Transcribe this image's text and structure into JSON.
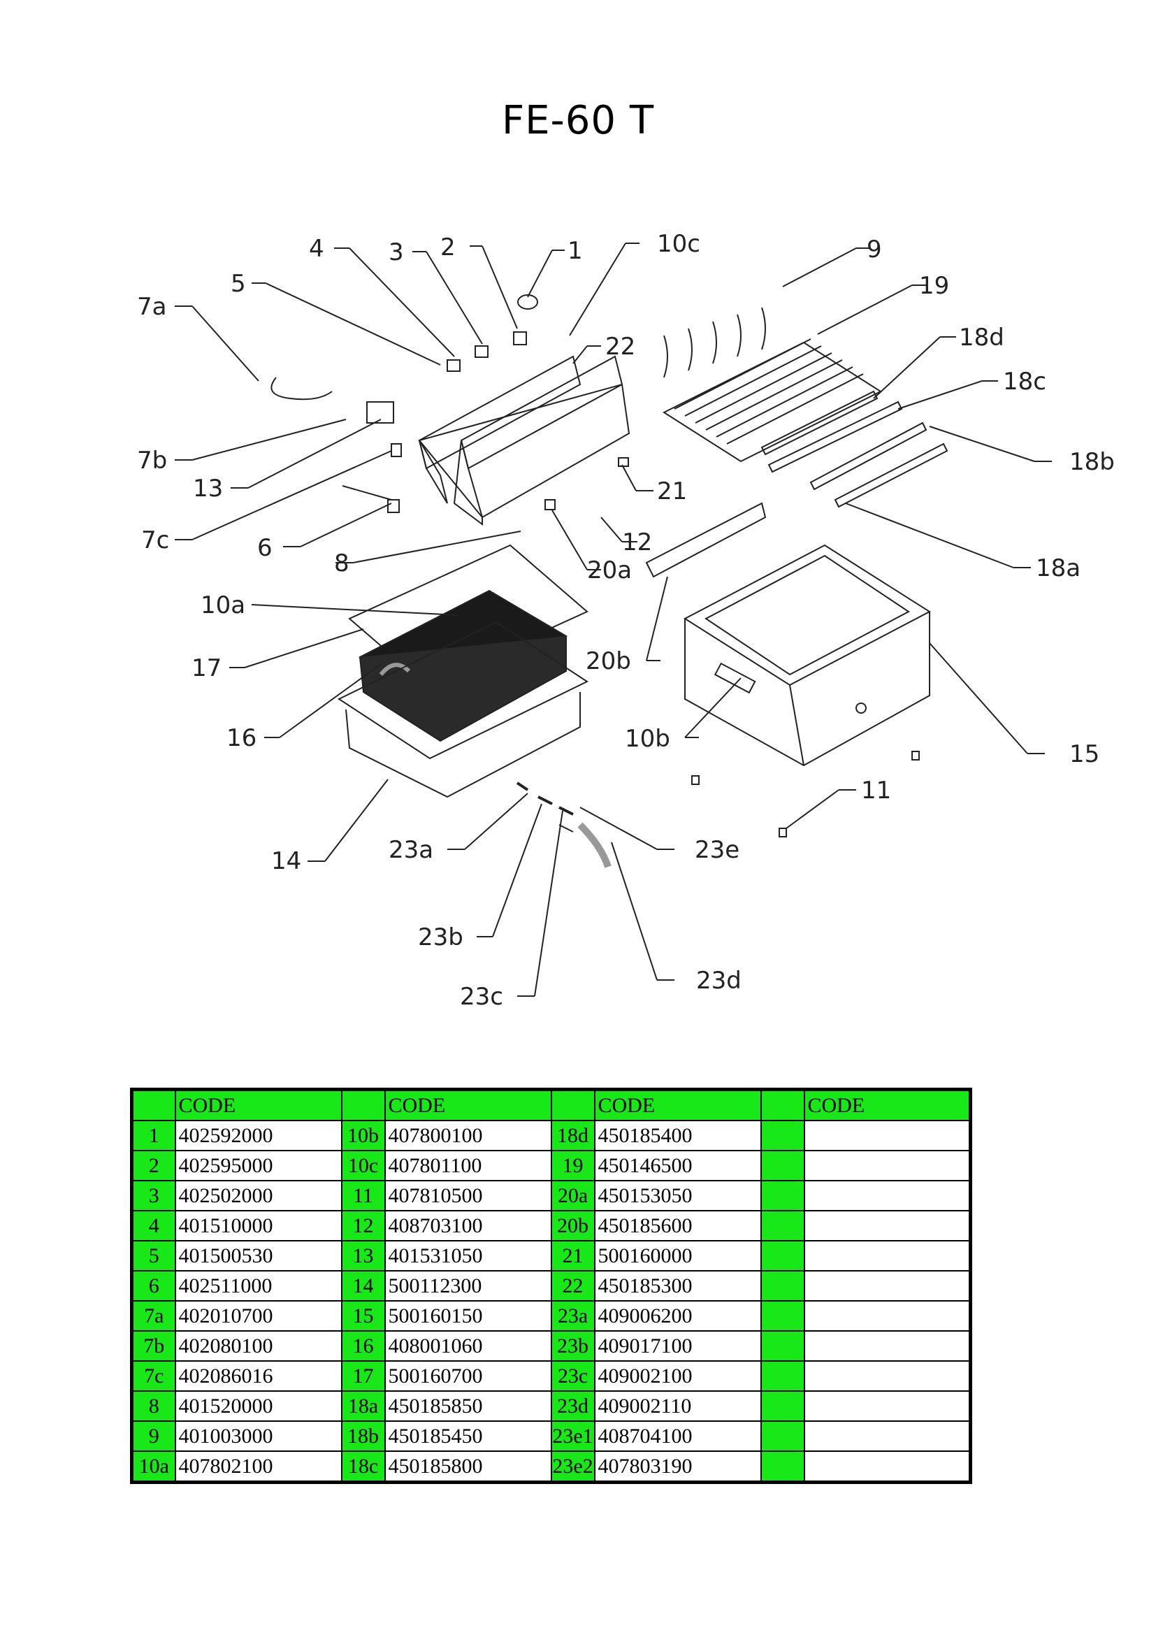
{
  "title": "FE-60 T",
  "callouts": [
    "1",
    "2",
    "3",
    "4",
    "5",
    "6",
    "7a",
    "7b",
    "7c",
    "8",
    "9",
    "10a",
    "10b",
    "10c",
    "11",
    "12",
    "13",
    "14",
    "15",
    "16",
    "17",
    "18a",
    "18b",
    "18c",
    "18d",
    "19",
    "20a",
    "20b",
    "21",
    "22",
    "23a",
    "23b",
    "23c",
    "23d",
    "23e"
  ],
  "table": {
    "header": [
      "",
      "CODE",
      "",
      "CODE",
      "",
      "CODE",
      "",
      "CODE"
    ],
    "rows": [
      [
        "1",
        "402592000",
        "10b",
        "407800100",
        "18d",
        "450185400",
        "",
        ""
      ],
      [
        "2",
        "402595000",
        "10c",
        "407801100",
        "19",
        "450146500",
        "",
        ""
      ],
      [
        "3",
        "402502000",
        "11",
        "407810500",
        "20a",
        "450153050",
        "",
        ""
      ],
      [
        "4",
        "401510000",
        "12",
        "408703100",
        "20b",
        "450185600",
        "",
        ""
      ],
      [
        "5",
        "401500530",
        "13",
        "401531050",
        "21",
        "500160000",
        "",
        ""
      ],
      [
        "6",
        "402511000",
        "14",
        "500112300",
        "22",
        "450185300",
        "",
        ""
      ],
      [
        "7a",
        "402010700",
        "15",
        "500160150",
        "23a",
        "409006200",
        "",
        ""
      ],
      [
        "7b",
        "402080100",
        "16",
        "408001060",
        "23b",
        "409017100",
        "",
        ""
      ],
      [
        "7c",
        "402086016",
        "17",
        "500160700",
        "23c",
        "409002100",
        "",
        ""
      ],
      [
        "8",
        "401520000",
        "18a",
        "450185850",
        "23d",
        "409002110",
        "",
        ""
      ],
      [
        "9",
        "401003000",
        "18b",
        "450185450",
        "23e1",
        "408704100",
        "",
        ""
      ],
      [
        "10a",
        "407802100",
        "18c",
        "450185800",
        "23e2",
        "407803190",
        "",
        ""
      ]
    ]
  },
  "colors": {
    "table_green": "#18e818",
    "line": "#000000"
  }
}
